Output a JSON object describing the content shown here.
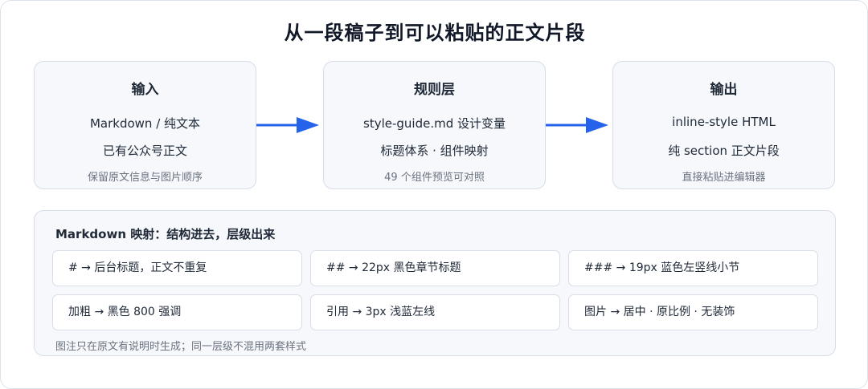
{
  "title": "从一段稿子到可以粘贴的正文片段",
  "cards": [
    {
      "title": "输入",
      "line1": "Markdown / 纯文本",
      "line2": "已有公众号正文",
      "line3": "保留原文信息与图片顺序"
    },
    {
      "title": "规则层",
      "line1": "style-guide.md 设计变量",
      "line2": "标题体系 · 组件映射",
      "line3": "49 个组件预览可对照"
    },
    {
      "title": "输出",
      "line1": "inline-style HTML",
      "line2": "纯 section 正文片段",
      "line3": "直接粘贴进编辑器"
    }
  ],
  "mapping": {
    "title": "Markdown 映射：结构进去，层级出来",
    "items": [
      "# → 后台标题，正文不重复",
      "## → 22px 黑色章节标题",
      "### → 19px 蓝色左竖线小节",
      "加粗 → 黑色 800 强调",
      "引用 → 3px 浅蓝左线",
      "图片 → 居中 · 原比例 · 无装饰"
    ],
    "note": "图注只在原文有说明时生成；同一层级不混用两套样式"
  },
  "colors": {
    "arrow": "#2563eb",
    "card_bg": "#f6f8fb",
    "border": "#d7dee8"
  }
}
